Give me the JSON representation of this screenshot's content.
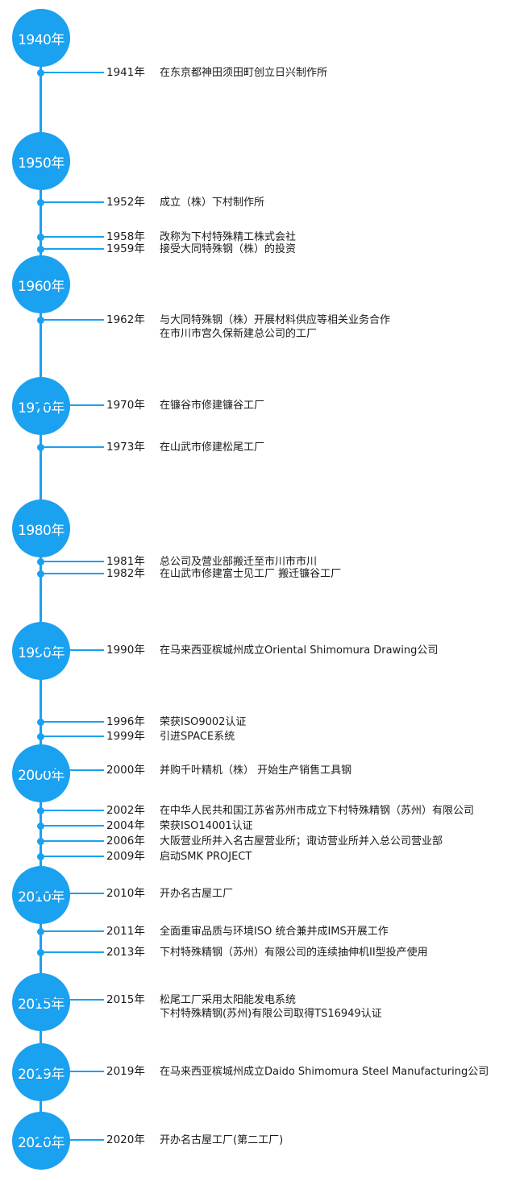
{
  "decades": [
    "1940年",
    "1950年",
    "1960年",
    "1970年",
    "1980年",
    "1990年",
    "2000年",
    "2010年",
    "2015年",
    "2019年",
    "2020年"
  ],
  "events": [
    {
      "year": "1941年",
      "lines": [
        "在东京都神田须田町创立日兴制作所"
      ]
    },
    {
      "year": "1952年",
      "lines": [
        "成立（株）下村制作所"
      ]
    },
    {
      "year": "1958年",
      "lines": [
        "改称为下村特殊精工株式会社"
      ]
    },
    {
      "year": "1959年",
      "lines": [
        "接受大同特殊钢（株）的投资"
      ]
    },
    {
      "year": "1962年",
      "lines": [
        "与大同特殊钢（株）开展材料供应等相关业务合作",
        "在市川市宫久保新建总公司的工厂"
      ]
    },
    {
      "year": "1970年",
      "lines": [
        "在镰谷市修建镰谷工厂"
      ]
    },
    {
      "year": "1973年",
      "lines": [
        "在山武市修建松尾工厂"
      ]
    },
    {
      "year": "1981年",
      "lines": [
        "总公司及营业部搬迁至市川市市川"
      ]
    },
    {
      "year": "1982年",
      "lines": [
        "在山武市修建富士见工厂  搬迁镰谷工厂"
      ]
    },
    {
      "year": "1990年",
      "lines": [
        "在马来西亚槟城州成立Oriental   Shimomura   Drawing公司"
      ]
    },
    {
      "year": "1996年",
      "lines": [
        "荣获ISO9002认证"
      ]
    },
    {
      "year": "1999年",
      "lines": [
        "引进SPACE系统"
      ]
    },
    {
      "year": "2000年",
      "lines": [
        "并购千叶精机（株） 开始生产销售工具钢"
      ]
    },
    {
      "year": "2002年",
      "lines": [
        "在中华人民共和国江苏省苏州市成立下村特殊精钢（苏州）有限公司"
      ]
    },
    {
      "year": "2004年",
      "lines": [
        "荣获ISO14001认证"
      ]
    },
    {
      "year": "2006年",
      "lines": [
        "大阪营业所并入名古屋营业所；诹访营业所并入总公司营业部"
      ]
    },
    {
      "year": "2009年",
      "lines": [
        "启动SMK PROJECT"
      ]
    },
    {
      "year": "2010年",
      "lines": [
        "开办名古屋工厂"
      ]
    },
    {
      "year": "2011年",
      "lines": [
        "全面重审品质与环境ISO 统合兼并成IMS开展工作"
      ]
    },
    {
      "year": "2013年",
      "lines": [
        "下村特殊精钢（苏州）有限公司的连续抽伸机II型投产使用"
      ]
    },
    {
      "year": "2015年",
      "lines": [
        "松尾工厂采用太阳能发电系统",
        "下村特殊精钢(苏州)有限公司取得TS16949认证"
      ]
    },
    {
      "year": "2019年",
      "lines": [
        "在马来西亚槟城州成立Daido Shimomura Steel Manufacturing公司"
      ]
    },
    {
      "year": "2020年",
      "lines": [
        "开办名古屋工厂(第二工厂)"
      ]
    }
  ],
  "colors": {
    "accent": "#1aa1f0"
  }
}
